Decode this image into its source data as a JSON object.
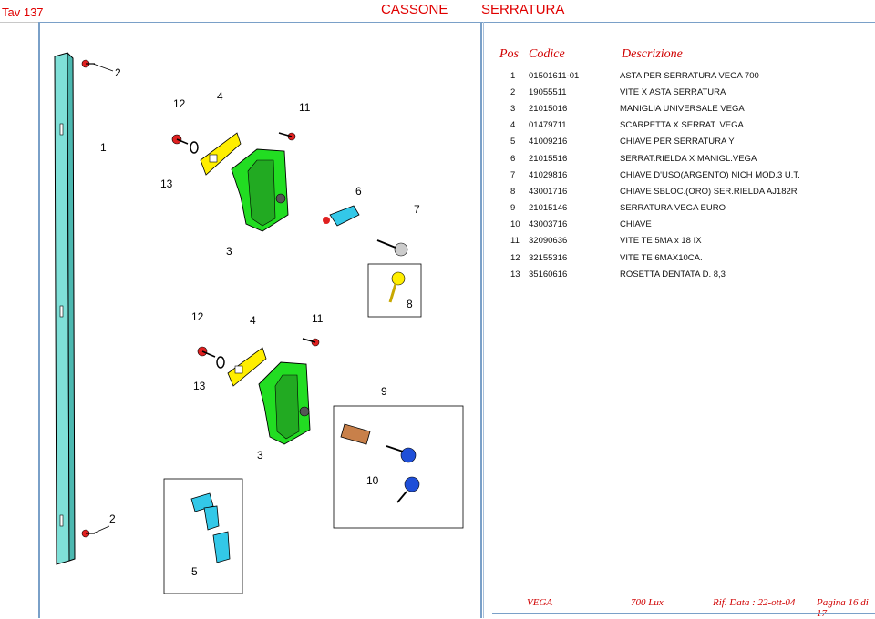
{
  "header": {
    "tav": "Tav 137",
    "title1": "CASSONE",
    "title2": "SERRATURA"
  },
  "table": {
    "head_pos": "Pos",
    "head_code": "Codice",
    "head_desc": "Descrizione",
    "rows": [
      {
        "pos": "1",
        "code": "01501611-01",
        "desc": "ASTA PER SERRATURA VEGA 700"
      },
      {
        "pos": "2",
        "code": "19055511",
        "desc": "VITE X ASTA SERRATURA"
      },
      {
        "pos": "3",
        "code": "21015016",
        "desc": "MANIGLIA UNIVERSALE VEGA"
      },
      {
        "pos": "4",
        "code": "01479711",
        "desc": "SCARPETTA X SERRAT. VEGA"
      },
      {
        "pos": "5",
        "code": "41009216",
        "desc": "CHIAVE PER SERRATURA Y"
      },
      {
        "pos": "6",
        "code": "21015516",
        "desc": "SERRAT.RIELDA X MANIGL.VEGA"
      },
      {
        "pos": "7",
        "code": "41029816",
        "desc": "CHIAVE D'USO(ARGENTO) NICH MOD.3 U.T."
      },
      {
        "pos": "8",
        "code": "43001716",
        "desc": "CHIAVE SBLOC.(ORO) SER.RIELDA AJ182R"
      },
      {
        "pos": "9",
        "code": "21015146",
        "desc": "SERRATURA VEGA EURO"
      },
      {
        "pos": "10",
        "code": "43003716",
        "desc": "CHIAVE"
      },
      {
        "pos": "11",
        "code": "32090636",
        "desc": "VITE TE 5MA x 18 IX"
      },
      {
        "pos": "12",
        "code": "32155316",
        "desc": "VITE TE 6MAX10CA."
      },
      {
        "pos": "13",
        "code": "35160616",
        "desc": "ROSETTA DENTATA D. 8,3"
      }
    ]
  },
  "drawing_labels": {
    "l1": "1",
    "l2a": "2",
    "l2b": "2",
    "l3a": "3",
    "l3b": "3",
    "l4a": "4",
    "l4b": "4",
    "l5": "5",
    "l6": "6",
    "l7": "7",
    "l8": "8",
    "l9": "9",
    "l10": "10",
    "l11a": "11",
    "l11b": "11",
    "l12a": "12",
    "l12b": "12",
    "l13a": "13",
    "l13b": "13"
  },
  "footer": {
    "model": "VEGA",
    "lux": "700 Lux",
    "rif": "Rif. Data : 22-ott-04",
    "page": "Pagina 16 di 17"
  },
  "colors": {
    "accent": "#e00000",
    "frame": "#7aa0c8",
    "rod": "#7fe0d8",
    "handle": "#22dd22",
    "plate": "#ffee00",
    "lock_cyan": "#33c8e8",
    "key_blue": "#1f4fd8",
    "screw_red": "#e02020"
  }
}
